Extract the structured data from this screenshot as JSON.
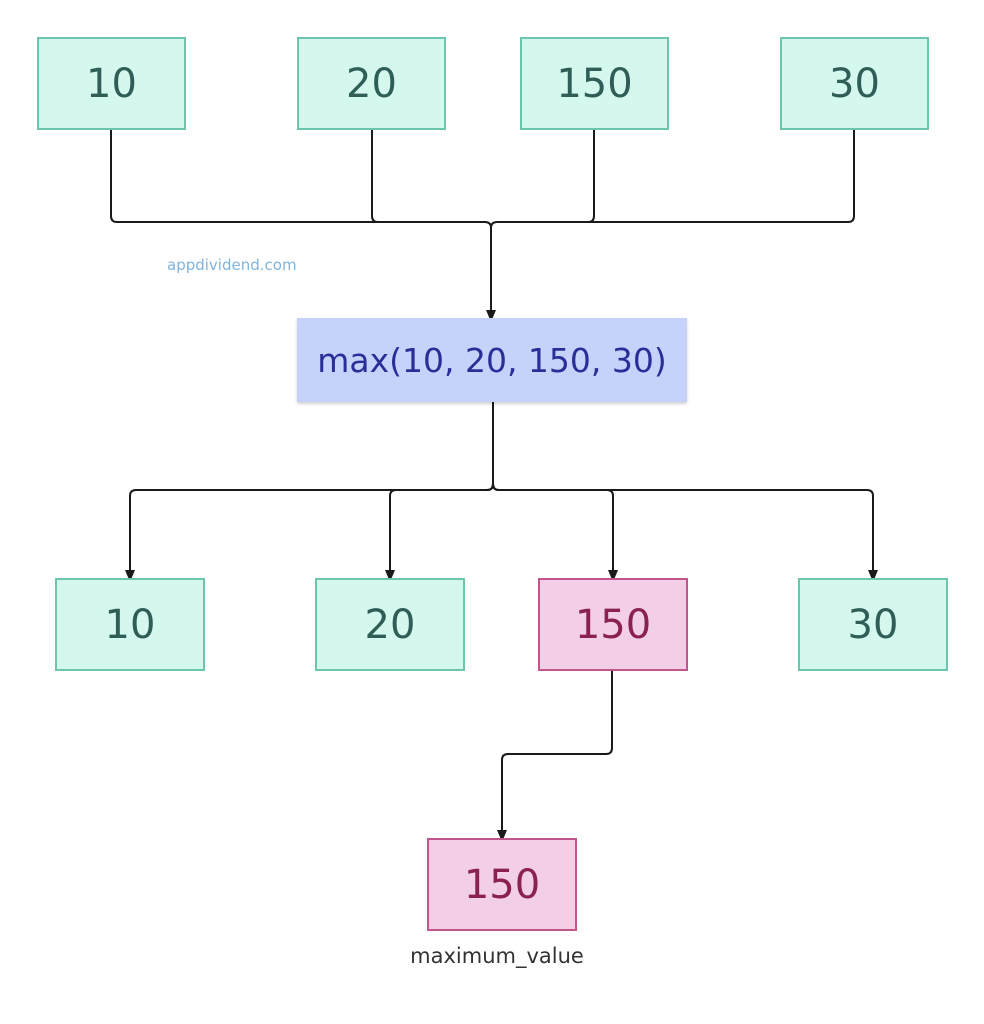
{
  "inputs": [
    "10",
    "20",
    "150",
    "30"
  ],
  "function_call": "max(10, 20, 150, 30)",
  "outputs": [
    "10",
    "20",
    "150",
    "30"
  ],
  "result": {
    "value": "150",
    "label": "maximum_value"
  },
  "watermark": "appdividend.com",
  "colors": {
    "teal_fill": "#d4f7ee",
    "teal_border": "#6cc6ad",
    "pink_fill": "#f2cfe4",
    "pink_border": "#c0568d",
    "function_fill": "#c7d2fb",
    "function_text": "#2a2f98",
    "connector": "#1a1a1a"
  }
}
